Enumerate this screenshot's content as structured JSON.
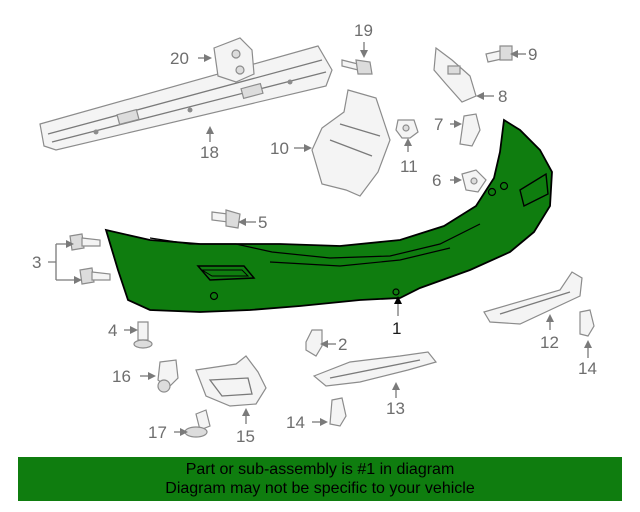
{
  "callouts": {
    "c1": "1",
    "c2": "2",
    "c3": "3",
    "c4": "4",
    "c5": "5",
    "c6": "6",
    "c7": "7",
    "c8": "8",
    "c9": "9",
    "c10": "10",
    "c11": "11",
    "c12": "12",
    "c13": "13",
    "c14a": "14",
    "c14b": "14",
    "c15": "15",
    "c16": "16",
    "c17": "17",
    "c18": "18",
    "c19": "19",
    "c20": "20"
  },
  "colors": {
    "highlight_part": "#0f7d0f",
    "banner_background": "#0f7d0f",
    "line_art": "#8c8c8c"
  },
  "banner": {
    "line1": "Part or sub-assembly is #1 in diagram",
    "line2": "Diagram may not be specific to your vehicle"
  }
}
